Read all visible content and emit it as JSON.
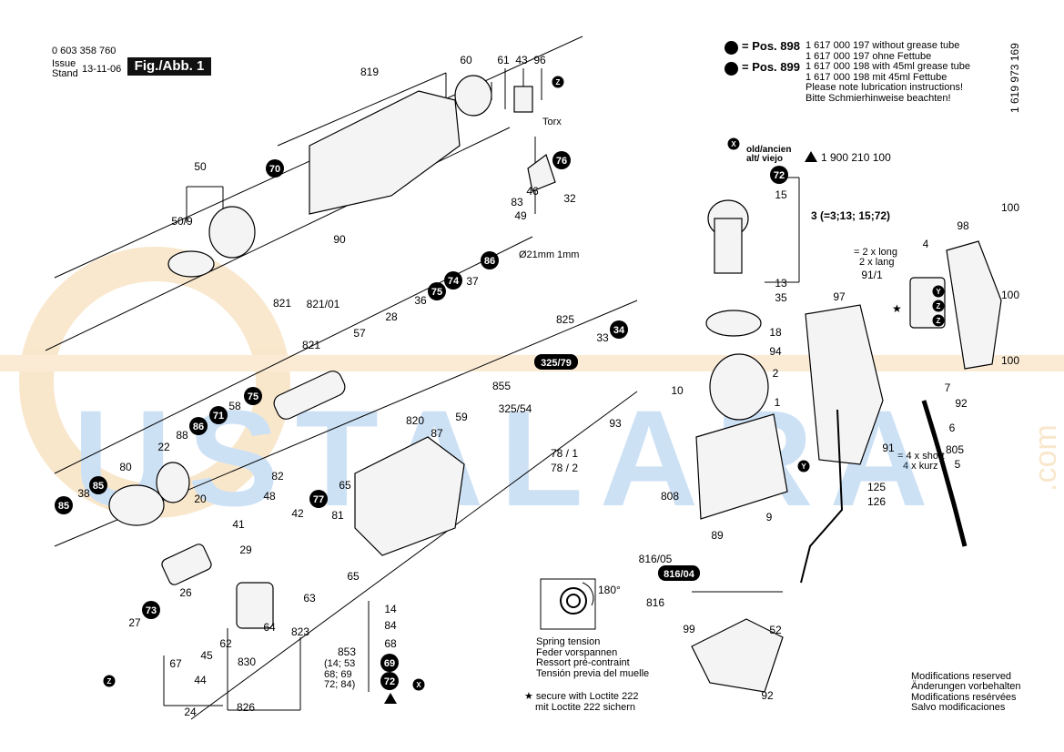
{
  "header": {
    "part_number": "0 603 358 760",
    "issue_label": "Issue",
    "stand_label": "Stand",
    "date": "13-11-06",
    "fig_label": "Fig./Abb. 1"
  },
  "lubrication": {
    "pos898_label": "= Pos. 898",
    "pos898_lines": [
      "1 617 000 197 without grease tube",
      "1 617 000 197 ohne Fettube"
    ],
    "pos899_label": "= Pos. 899",
    "pos899_lines": [
      "1 617 000 198 with 45ml grease tube",
      "1 617 000 198 mit 45ml Fettube"
    ],
    "note_lines": [
      "Please note lubrication instructions!",
      "Bitte Schmierhinweise beachten!"
    ]
  },
  "drawing_number": "1 619 973 169",
  "old_new": {
    "line1": "old/ancien",
    "line2": "alt/ viejo",
    "replacement": "1 900 210 100"
  },
  "group3_label": "3 (=3;13; 15;72)",
  "long_note": [
    "= 2 x long",
    "2 x lang"
  ],
  "short_note": [
    "= 4 x short",
    "4 x kurz"
  ],
  "sub_853": [
    "(14; 53",
    "68; 69",
    "72; 84)"
  ],
  "spring_tension": [
    "Spring tension",
    "Feder vorspannen",
    "Ressort pré-contraint",
    "Tensión previa del muelle"
  ],
  "angle_label": "180°",
  "loctite": [
    "secure with Loctite 222",
    "mit Loctite 222 sichern"
  ],
  "modifications": [
    "Modifications reserved",
    "Änderungen vorbehalten",
    "Modifications resérvées",
    "Salvo modificaciones"
  ],
  "dims": {
    "diameter": "Ø21mm",
    "depth": "1mm"
  },
  "torx": "Torx",
  "plain_labels": [
    "819",
    "60",
    "61",
    "43",
    "96",
    "50",
    "50/9",
    "90",
    "83",
    "46",
    "32",
    "49",
    "821",
    "821/01",
    "57",
    "28",
    "36",
    "37",
    "821",
    "22",
    "88",
    "58",
    "80",
    "38",
    "20",
    "82",
    "820",
    "87",
    "59",
    "42",
    "65",
    "81",
    "48",
    "41",
    "29",
    "26",
    "27",
    "67",
    "45",
    "44",
    "24",
    "62",
    "830",
    "64",
    "63",
    "823",
    "826",
    "853",
    "14",
    "84",
    "68",
    "855",
    "325/54",
    "93",
    "825",
    "33",
    "78 / 1",
    "78 / 2",
    "15",
    "13",
    "35",
    "18",
    "94",
    "2",
    "1",
    "10",
    "808",
    "89",
    "9",
    "125",
    "126",
    "816/05",
    "816",
    "99",
    "52",
    "92",
    "97",
    "91/1",
    "4",
    "98",
    "100",
    "100",
    "100",
    "7",
    "6",
    "92",
    "91",
    "805",
    "5",
    "65"
  ],
  "circle_labels": [
    "Z",
    "76",
    "70",
    "86",
    "74",
    "75",
    "75",
    "71",
    "86",
    "85",
    "85",
    "77",
    "73",
    "Z",
    "69",
    "72",
    "X",
    "X",
    "72",
    "34",
    "Y",
    "Y",
    "Z",
    "Z"
  ],
  "highlight_labels": [
    "325/79",
    "816/04"
  ],
  "watermark": [
    "USTALARA",
    ".com"
  ]
}
